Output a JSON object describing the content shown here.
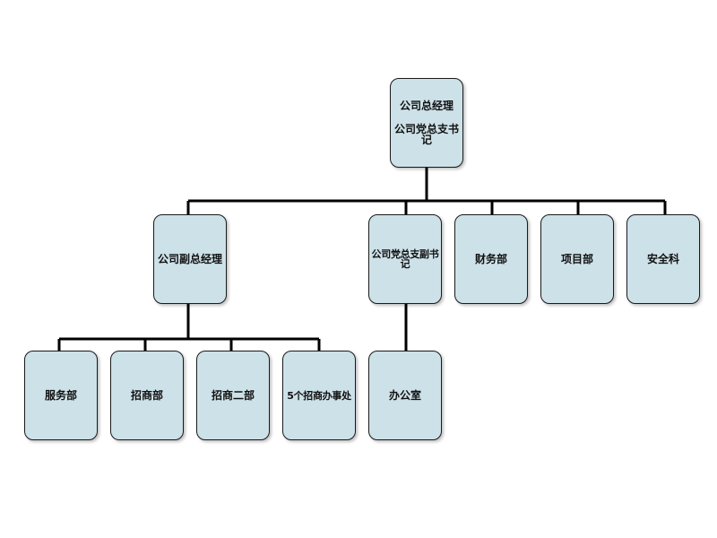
{
  "org_chart": {
    "root": {
      "title_line1": "公司总经理",
      "title_line2": "公司党总支书记"
    },
    "level2": {
      "vice_gm": "公司副总经理",
      "deputy_secretary": "公司党总支副书记",
      "finance": "财务部",
      "projects": "项目部",
      "safety": "安全科"
    },
    "level3": {
      "service": "服务部",
      "investment": "招商部",
      "investment2": "招商二部",
      "offices5": "5个招商办事处",
      "admin_office": "办公室"
    }
  },
  "colors": {
    "node_fill": "#cde1e8",
    "node_border": "#1a1a1a",
    "connector": "#000000"
  }
}
